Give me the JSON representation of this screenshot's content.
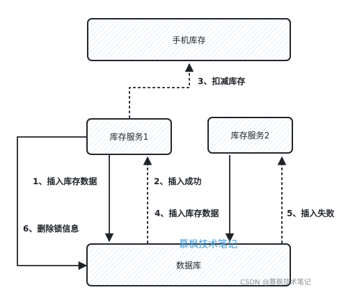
{
  "nodes": {
    "phone_stock": "手机库存",
    "stock_service_1": "库存服务1",
    "stock_service_2": "库存服务2",
    "database": "数据库"
  },
  "edges": {
    "deduct_stock": "3、扣减库存",
    "insert_stock_data_1": "1、插入库存数据",
    "insert_success": "2、插入成功",
    "insert_stock_data_4": "4、插入库存数据",
    "insert_failed": "5、插入失败",
    "delete_lock_info": "6、删除锁信息"
  },
  "watermarks": {
    "center": "慕枫技术笔记",
    "corner": "CSDN @慕枫技术笔记"
  },
  "colors": {
    "stroke": "#1f2328",
    "node_hatch": "#689cc4",
    "watermark": "#3b95d3"
  }
}
